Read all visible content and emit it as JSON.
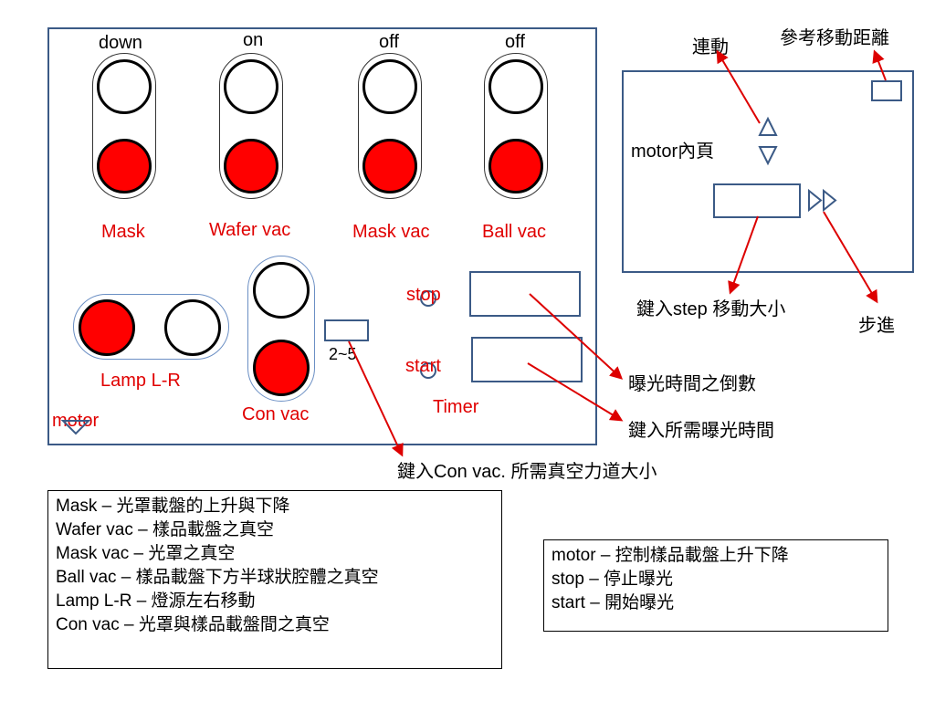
{
  "panel": {
    "top_labels": [
      "down",
      "on",
      "off",
      "off"
    ],
    "lamp_labels": [
      "Mask",
      "Wafer vac",
      "Mask vac",
      "Ball vac"
    ],
    "lamp_lr_label": "Lamp L-R",
    "con_vac_label": "Con vac",
    "motor_label": "motor",
    "range_label": "2~5",
    "stop_label": "stop",
    "start_label": "start",
    "timer_label": "Timer"
  },
  "motor_page": {
    "title": "motor內頁",
    "link_label": "連動",
    "ref_distance_label": "參考移動距離",
    "step_input_label": "鍵入step 移動大小",
    "step_forward_label": "步進"
  },
  "annotations": {
    "countdown": "曝光時間之倒數",
    "enter_exposure": "鍵入所需曝光時間",
    "enter_con_vac": "鍵入Con vac. 所需真空力道大小"
  },
  "legend_left": [
    "Mask – 光罩載盤的上升與下降",
    "Wafer vac – 樣品載盤之真空",
    "Mask vac – 光罩之真空",
    "Ball vac – 樣品載盤下方半球狀腔體之真空",
    "Lamp L-R – 燈源左右移動",
    "Con vac – 光罩與樣品載盤間之真空"
  ],
  "legend_right": [
    "motor – 控制樣品載盤上升下降",
    "stop – 停止曝光",
    "start – 開始曝光"
  ],
  "colors": {
    "panel_border": "#3b5a86",
    "lamp_red": "#ff0000",
    "label_red": "#e00000",
    "arrow_red": "#dd0000"
  }
}
